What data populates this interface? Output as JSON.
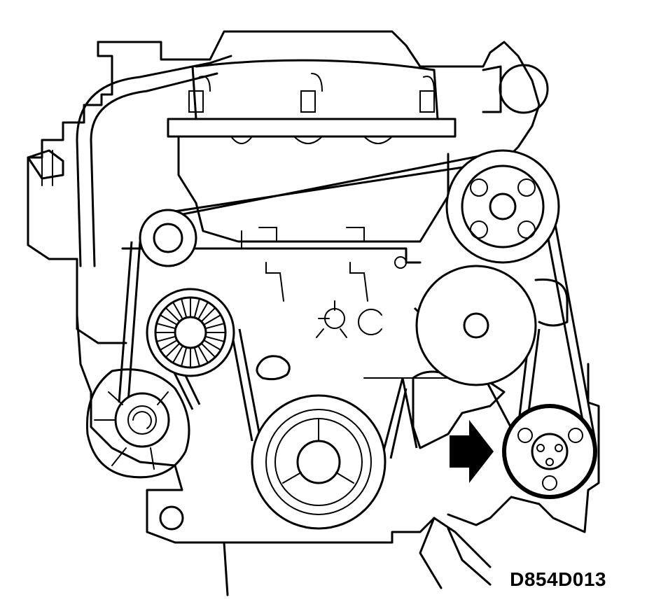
{
  "figure": {
    "code": "D854D013"
  },
  "components": {
    "belt": "drive-belt",
    "pulleys": [
      "alternator-pulley",
      "idler-pulley-top-left",
      "tensioner-pulley",
      "belt-tensioner",
      "crankshaft-pulley",
      "water-pump-pulley",
      "power-steering-pump-pulley",
      "ac-compressor-pulley"
    ],
    "pointer": "arrow-icon"
  },
  "colors": {
    "line": "#000000",
    "background": "#ffffff"
  }
}
